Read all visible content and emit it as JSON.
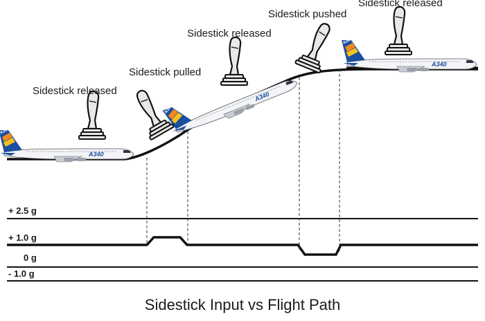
{
  "stick_labels": [
    "Sidestick released",
    "Sidestick pulled",
    "Sidestick released",
    "Sidestick pushed",
    "Sidestick released"
  ],
  "g_levels": [
    "+ 2.5 g",
    "+ 1.0 g",
    "0 g",
    "- 1.0 g"
  ],
  "aircraft_type": "A340",
  "title": "Sidestick Input vs Flight Path",
  "colors": {
    "line": "#111111",
    "fuselage": "#f2f4f7",
    "tail_blue": "#1d4fa0",
    "tail_orange": "#f08a1c",
    "tail_yellow": "#f6c21a",
    "stick": "#e8e8e8"
  },
  "icons": [
    "sidestick-icon",
    "airbus-a340-aircraft"
  ]
}
